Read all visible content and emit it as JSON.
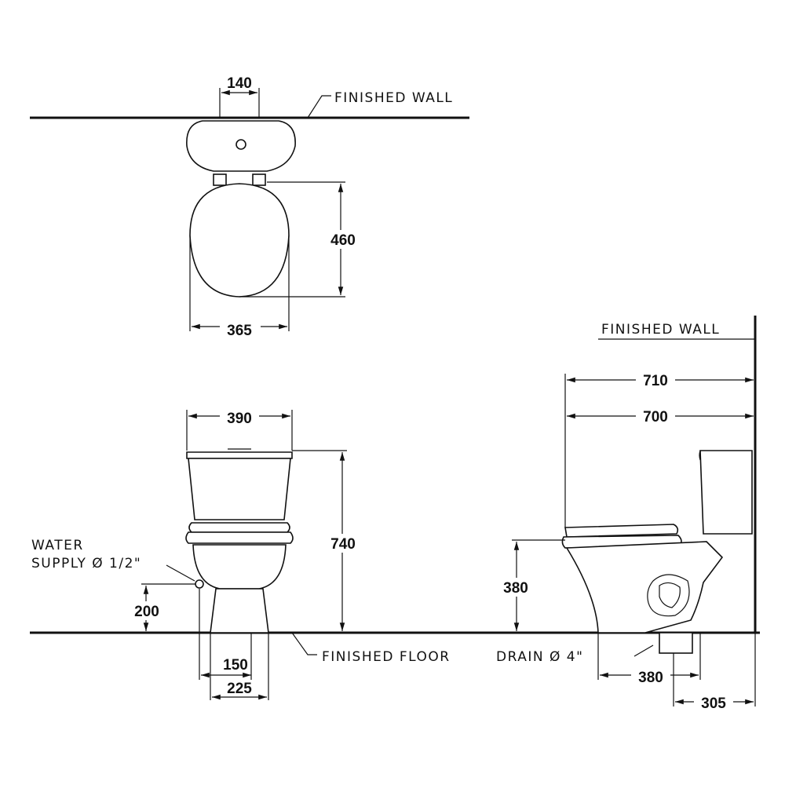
{
  "labels": {
    "finished_wall_top": "FINISHED  WALL",
    "finished_wall_side": "FINISHED  WALL",
    "finished_floor": "FINISHED  FLOOR",
    "water_supply_line1": "WATER",
    "water_supply_line2": "SUPPLY  Ø 1/2\"",
    "drain": "DRAIN  Ø 4\""
  },
  "dimensions": {
    "top_view": {
      "hole_spacing": "140",
      "seat_depth": "460",
      "seat_width": "365"
    },
    "front_view": {
      "tank_width": "390",
      "total_height": "740",
      "supply_height": "200",
      "base_inner": "150",
      "base_outer": "225"
    },
    "side_view": {
      "overall_depth": "710",
      "depth_to_wall": "700",
      "seat_height": "380",
      "drain_to_front": "380",
      "drain_to_wall": "305"
    }
  }
}
